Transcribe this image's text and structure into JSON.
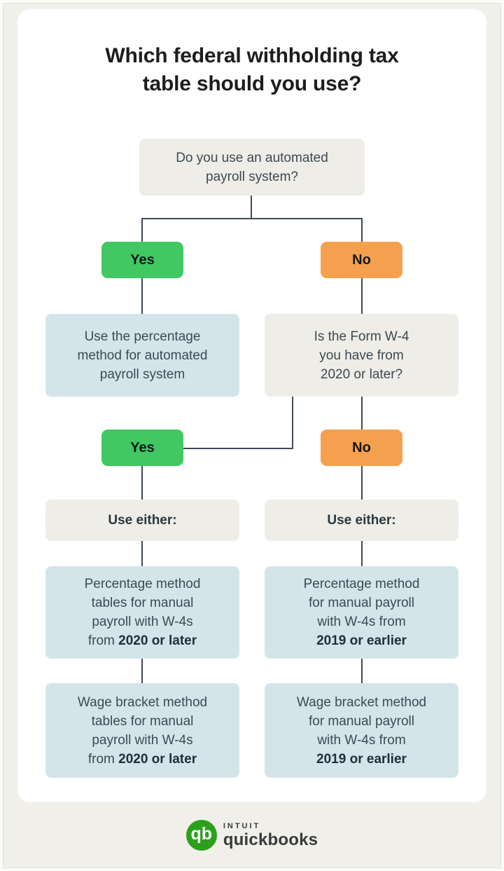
{
  "page": {
    "title": "Which federal withholding tax\ntable should you use?"
  },
  "flowchart": {
    "question_automated": "Do you use an automated\npayroll system?",
    "branch1_yes": "Yes",
    "branch1_no": "No",
    "result_automated": "Use the percentage\nmethod for automated\npayroll system",
    "question_w4": "Is the Form W-4\nyou have from\n2020 or later?",
    "branch2_yes": "Yes",
    "branch2_no": "No",
    "use_either_left": "Use either:",
    "use_either_right": "Use either:",
    "percentage_2020": {
      "text": "Percentage method\ntables for manual\npayroll with W-4s\nfrom ",
      "bold": "2020 or later"
    },
    "percentage_2019": {
      "text": "Percentage method\nfor manual payroll\nwith W-4s from\n",
      "bold": "2019 or earlier"
    },
    "wage_2020": {
      "text": "Wage bracket method\ntables for manual\npayroll with W-4s\nfrom ",
      "bold": "2020 or later"
    },
    "wage_2019": {
      "text": "Wage bracket method\nfor manual payroll\nwith W-4s from\n",
      "bold": "2019 or earlier"
    }
  },
  "colors": {
    "page_background": "#f0efe9",
    "card_background": "#ffffff",
    "yes_green": "#41c862",
    "no_orange": "#f5a04e",
    "result_blue": "#d3e5eb",
    "question_gray": "#eeede7",
    "connector": "#3f4a59",
    "quickbooks_green": "#2ca01c"
  },
  "footer": {
    "logo_monogram": "qb",
    "brand_line1": "INTUIT",
    "brand_line2": "quickbooks"
  }
}
